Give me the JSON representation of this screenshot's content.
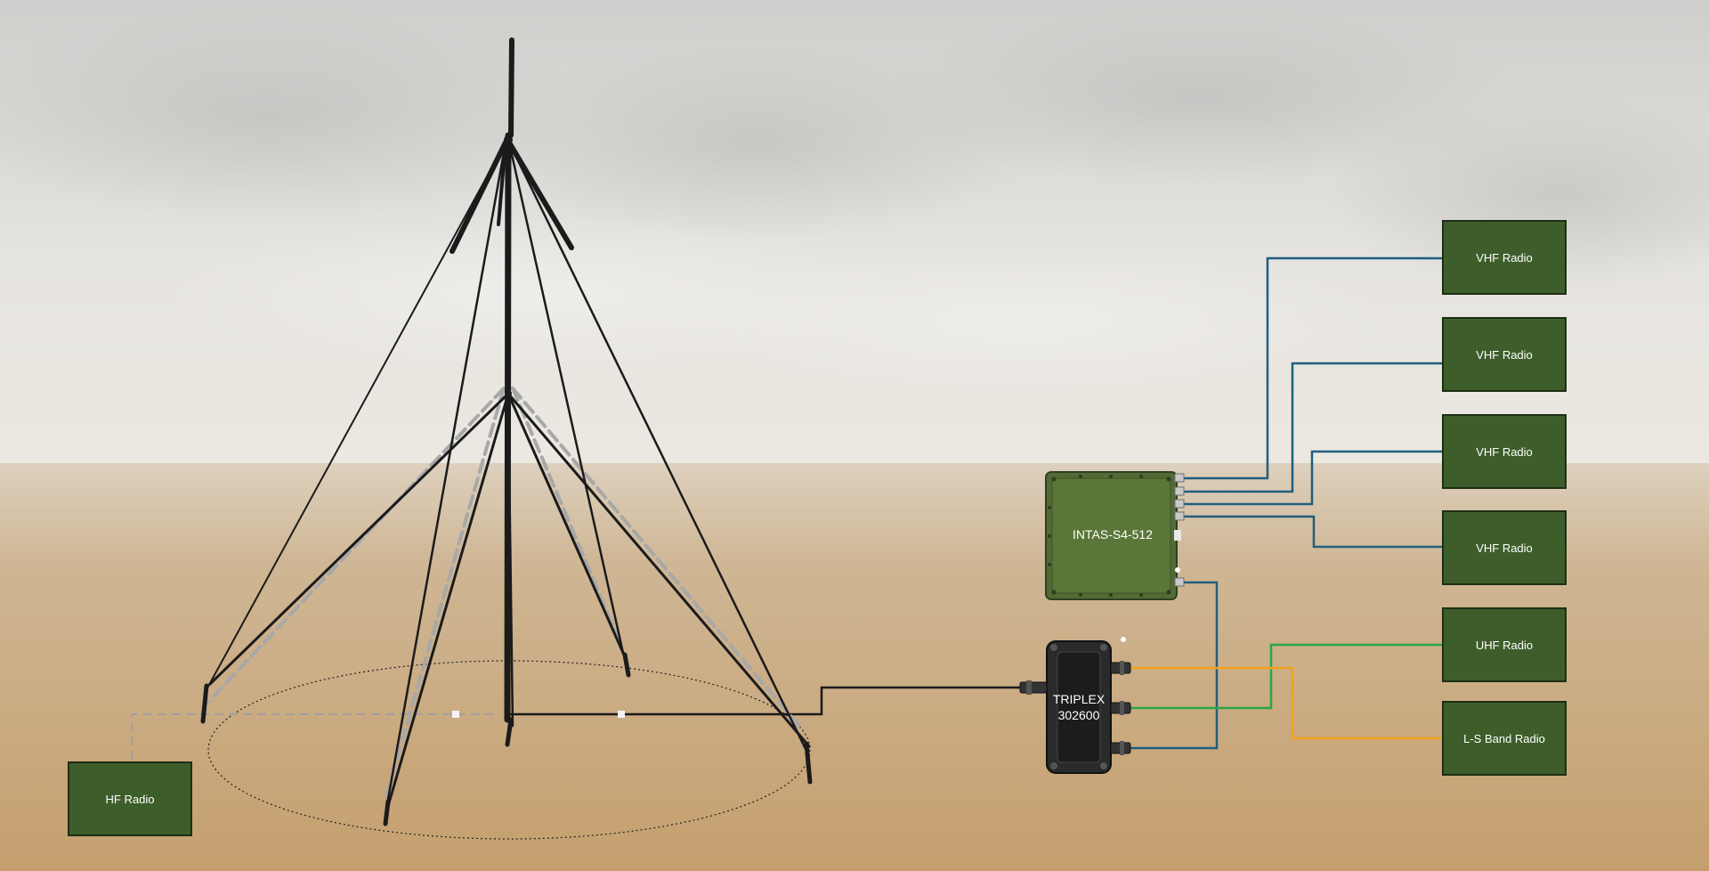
{
  "colors": {
    "sky": "#dcdad6",
    "ground": "#c8a67a",
    "radio_fill": "#3d5e2a",
    "radio_border": "#1e2e14",
    "vhf_cable": "#1f5f7e",
    "uhf_cable": "#27a845",
    "ls_cable": "#f2a11c",
    "hf_feed": "#1a1a1a",
    "hf_dashed": "#a0a0a0"
  },
  "antenna": {
    "icon": "hf-mast-antenna-icon"
  },
  "devices": {
    "intas": {
      "label": "INTAS-S4-512",
      "icon": "intas-splitter-icon"
    },
    "triplex": {
      "line1": "TRIPLEX",
      "line2": "302600",
      "icon": "triplexer-icon"
    }
  },
  "radios": {
    "hf": "HF Radio",
    "vhf_1": "VHF Radio",
    "vhf_2": "VHF Radio",
    "vhf_3": "VHF Radio",
    "vhf_4": "VHF Radio",
    "uhf": "UHF Radio",
    "ls_band": "L-S Band Radio"
  }
}
